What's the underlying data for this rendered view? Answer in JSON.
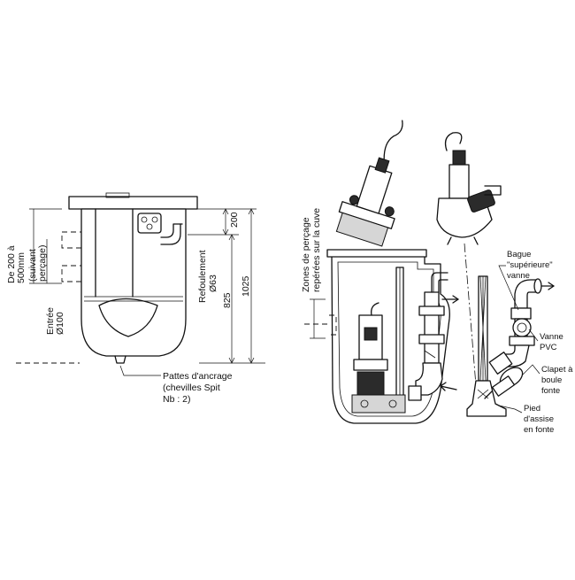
{
  "left_view": {
    "depth_label": [
      "De 200 à",
      "500mm",
      "(suivant",
      "perçage)"
    ],
    "inlet_label": [
      "Entrée",
      "Ø100"
    ],
    "outlet_label": [
      "Refoulement",
      "Ø63"
    ],
    "dim_top": "200",
    "dim_mid": "825",
    "dim_total": "1025",
    "anchor_label": [
      "Pattes d'ancrage",
      "(chevilles Spit",
      "Nb : 2)"
    ]
  },
  "right_view": {
    "drill_zone_label": [
      "Zones de perçage",
      "repérées sur la cuve"
    ],
    "ring_label": [
      "Bague",
      "\"supérieure\"",
      "vanne"
    ],
    "valve_label": [
      "Vanne",
      "PVC"
    ],
    "check_valve_label": [
      "Clapet à",
      "boule",
      "fonte"
    ],
    "foot_label": [
      "Pied",
      "d'assise",
      "en fonte"
    ]
  }
}
